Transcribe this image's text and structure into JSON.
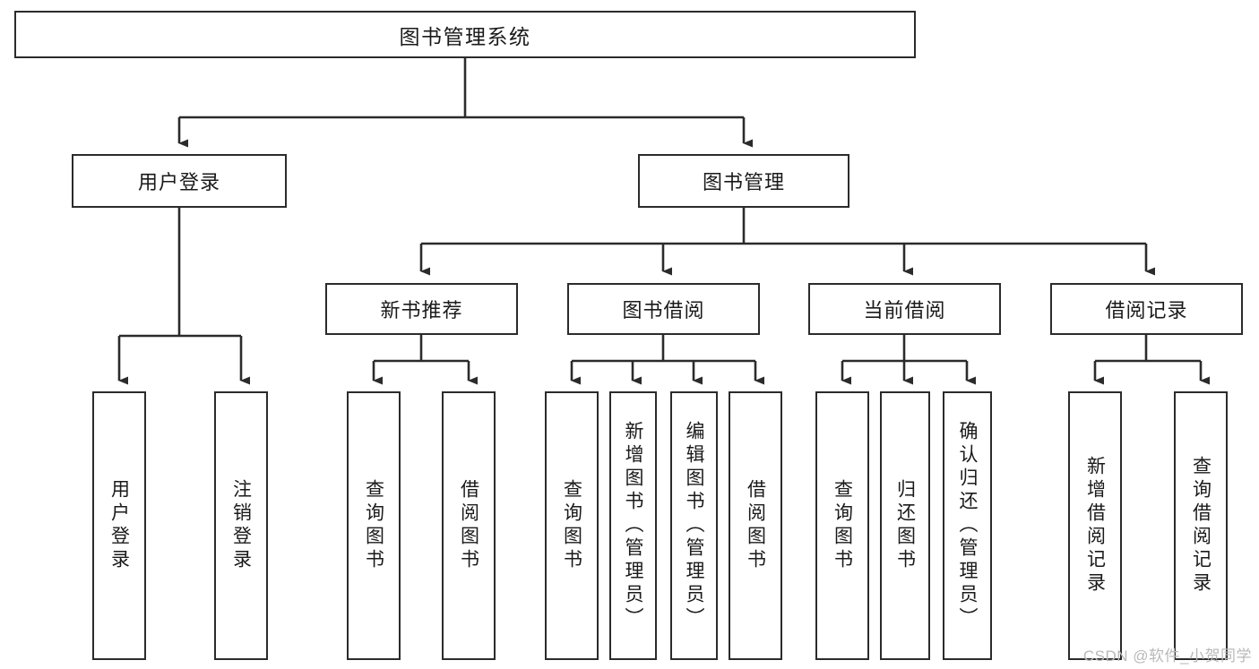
{
  "diagram": {
    "title": "图书管理系统",
    "type": "tree-hierarchy",
    "watermark": "CSDN @软件_小贺同学",
    "colors": {
      "border": "#2b2b2b",
      "background": "#ffffff",
      "text": "#1a1a1a",
      "edge": "#2b2b2b",
      "watermark": "#b9b9b9"
    },
    "root": {
      "label": "图书管理系统"
    },
    "level2": [
      {
        "label": "用户登录"
      },
      {
        "label": "图书管理"
      }
    ],
    "level3": [
      {
        "label": "新书推荐"
      },
      {
        "label": "图书借阅"
      },
      {
        "label": "当前借阅"
      },
      {
        "label": "借阅记录"
      }
    ],
    "leaves": {
      "user_login": [
        {
          "label": "用户登录"
        },
        {
          "label": "注销登录"
        }
      ],
      "new_book_recommend": [
        {
          "label": "查询图书"
        },
        {
          "label": "借阅图书"
        }
      ],
      "book_borrow": [
        {
          "label": "查询图书"
        },
        {
          "label": "新增图书（管理员）"
        },
        {
          "label": "编辑图书（管理员）"
        },
        {
          "label": "借阅图书"
        }
      ],
      "current_borrow": [
        {
          "label": "查询图书"
        },
        {
          "label": "归还图书"
        },
        {
          "label": "确认归还（管理员）"
        }
      ],
      "borrow_record": [
        {
          "label": "新增借阅记录"
        },
        {
          "label": "查询借阅记录"
        }
      ]
    }
  }
}
